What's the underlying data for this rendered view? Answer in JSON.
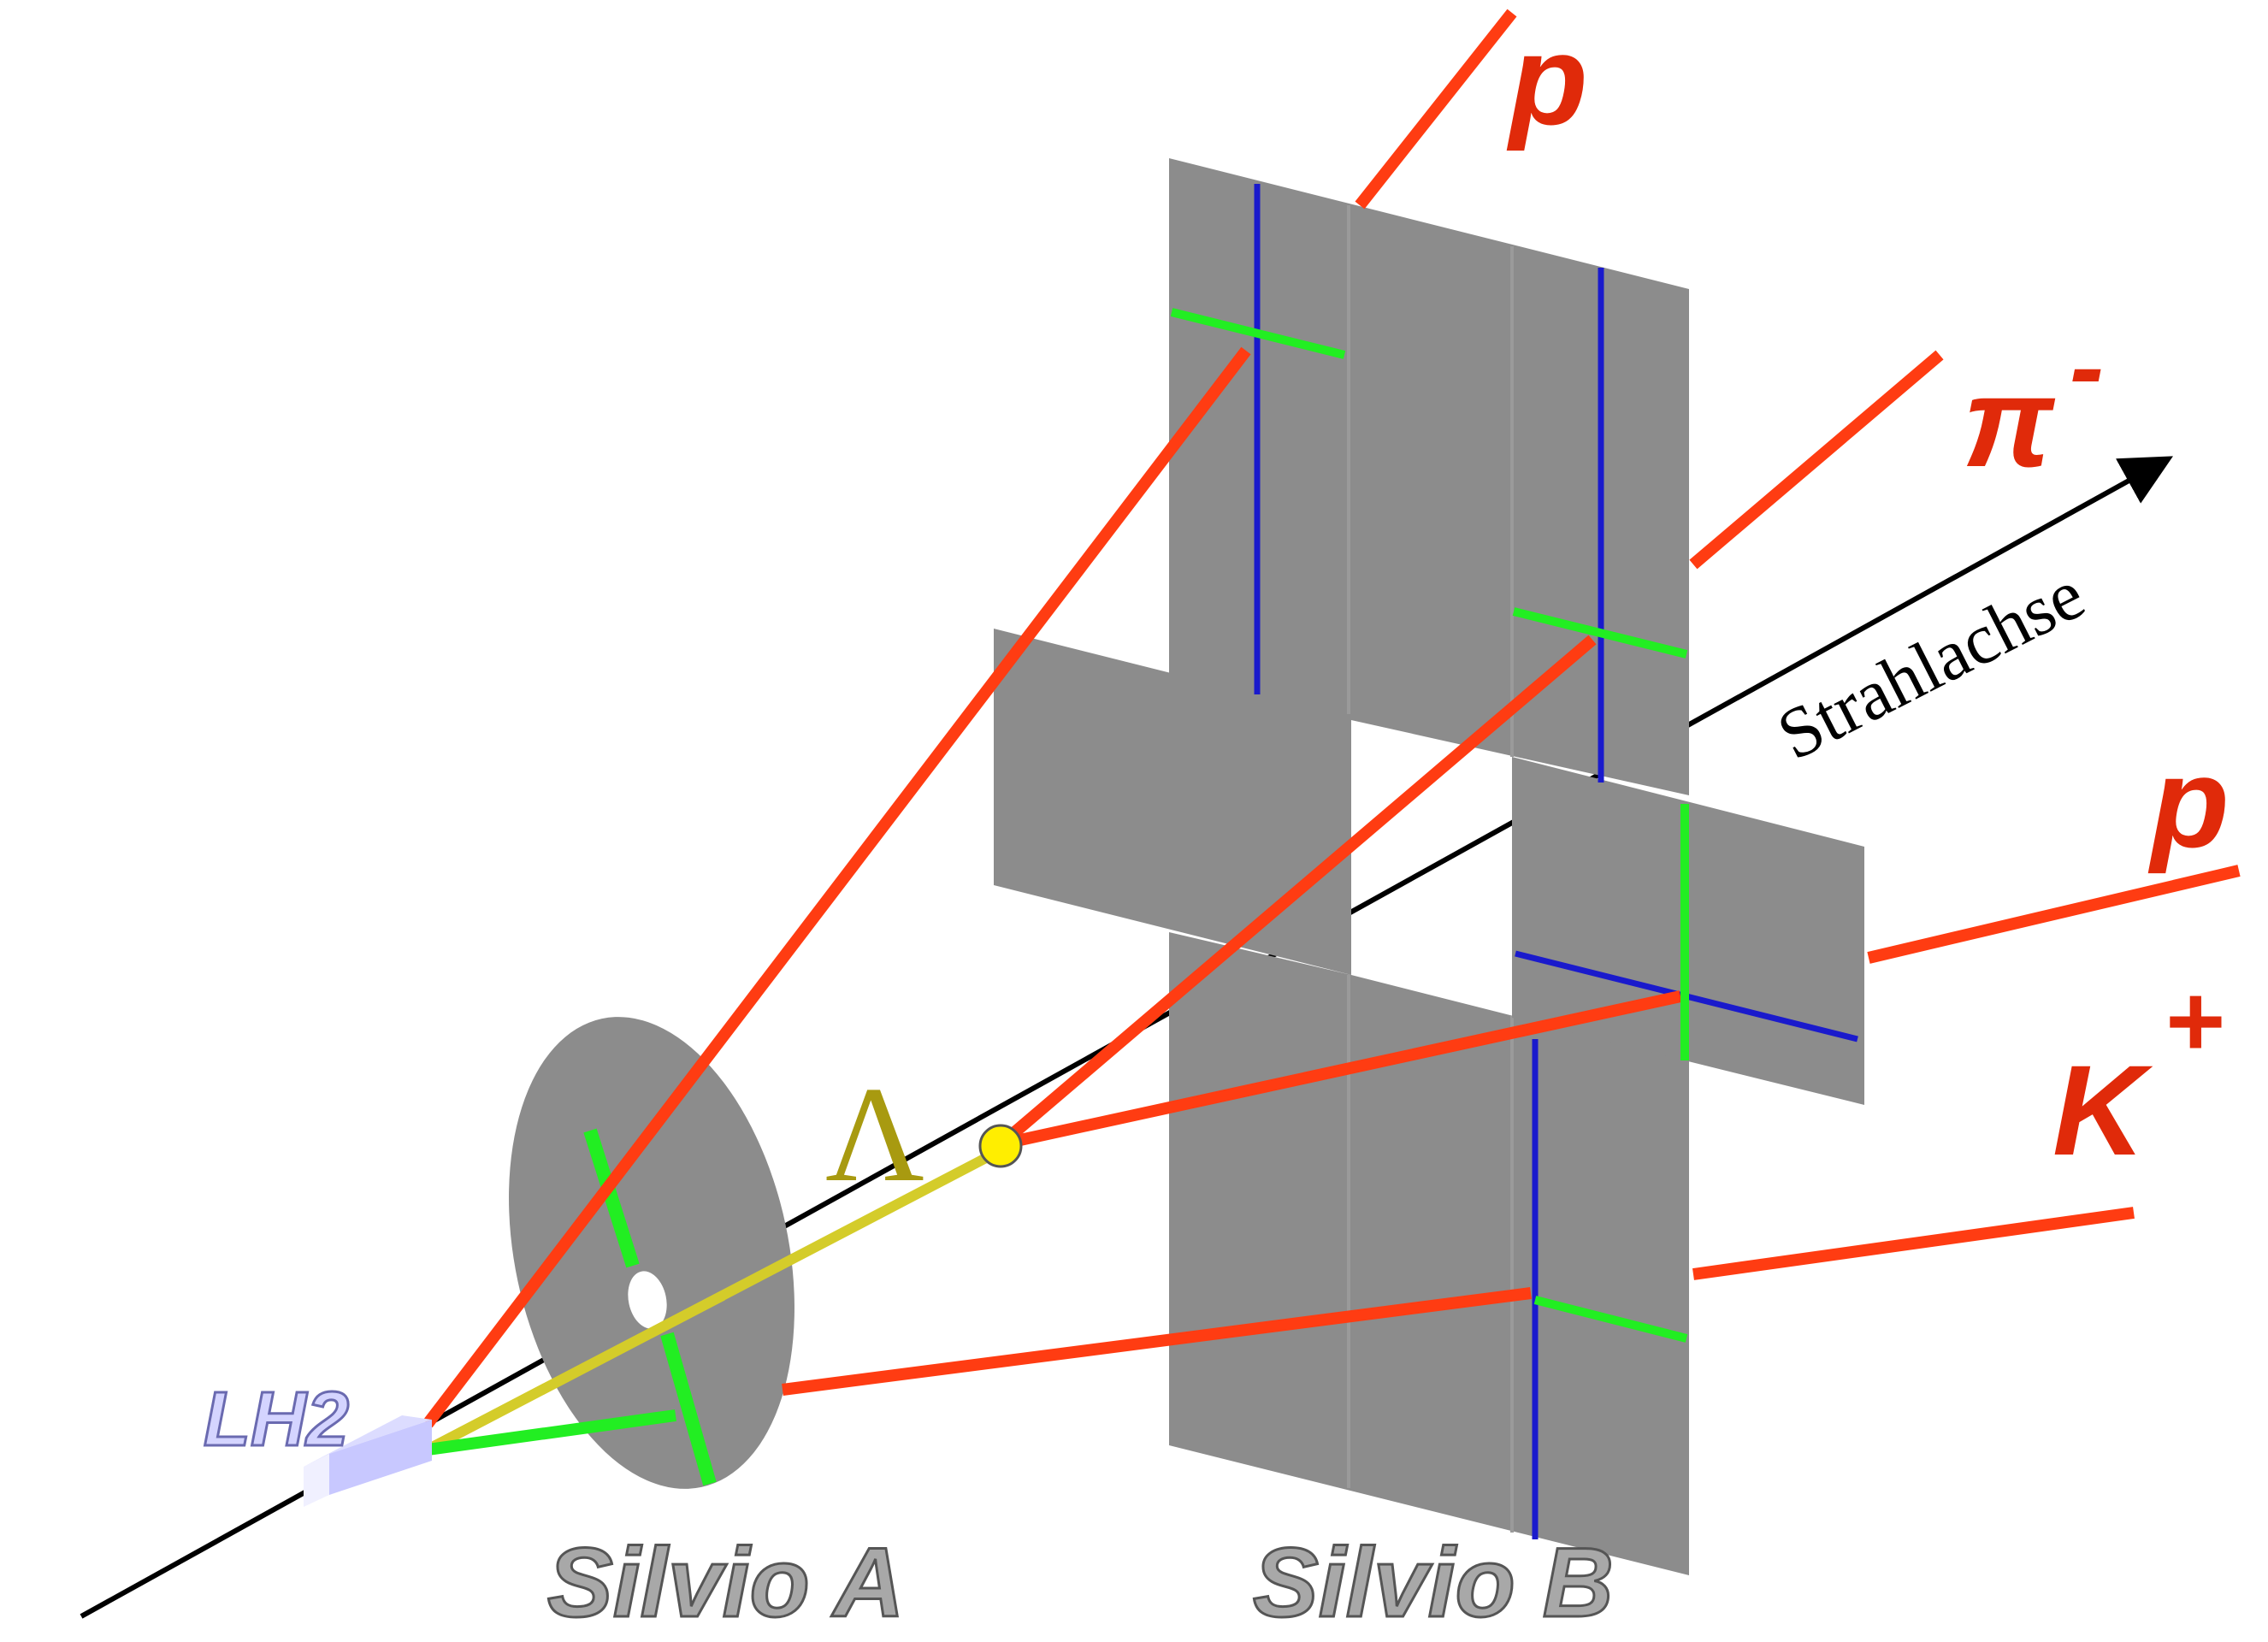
{
  "labels": {
    "target": "LH2",
    "detector_a": "Silvio A",
    "detector_b": "Silvio B",
    "beam_axis": "Strahlachse",
    "lambda": "Λ",
    "proton_top": "p",
    "proton_right": "p",
    "pion": "π",
    "pion_charge": "-",
    "kaon": "K",
    "kaon_charge": "+"
  },
  "colors": {
    "track": "#ff3c12",
    "lambda_track": "#d4cc2a",
    "hit_green": "#22ee22",
    "strip_blue": "#1a1acc",
    "detector_gray": "#8c8c8c",
    "beam": "#000000",
    "vertex": "#ffee00",
    "target_fill": "#c8c8ff",
    "label_red": "#e02a0a",
    "label_gray": "#a8a8a8",
    "lh2_label": "#d4d4ff",
    "lambda_label": "#a89a10"
  }
}
